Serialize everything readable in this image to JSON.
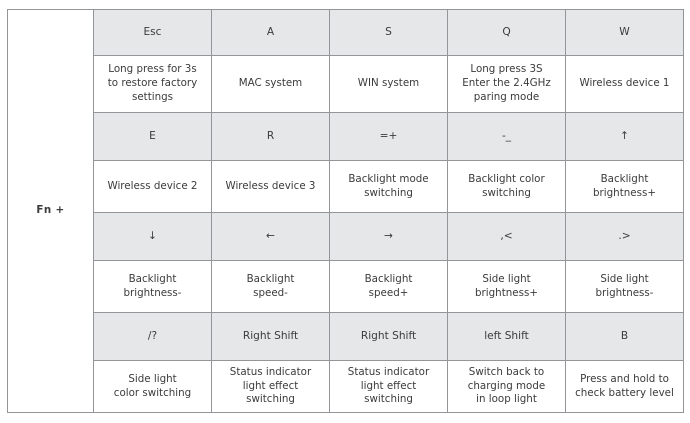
{
  "table": {
    "modifier_label": "Fn +",
    "columns": 5,
    "rows": [
      {
        "type": "keys",
        "cells": [
          "Esc",
          "A",
          "S",
          "Q",
          "W"
        ]
      },
      {
        "type": "descriptions",
        "cells": [
          "Long press for 3s\nto restore factory\nsettings",
          "MAC system",
          "WIN system",
          "Long press 3S\nEnter the 2.4GHz\nparing mode",
          "Wireless device 1"
        ]
      },
      {
        "type": "keys",
        "cells": [
          "E",
          "R",
          "=+",
          "-_",
          "↑"
        ]
      },
      {
        "type": "descriptions",
        "cells": [
          "Wireless device 2",
          "Wireless device 3",
          "Backlight mode\nswitching",
          "Backlight color\nswitching",
          "Backlight\nbrightness+"
        ]
      },
      {
        "type": "keys",
        "cells": [
          "↓",
          "←",
          "→",
          ",<",
          ".>"
        ]
      },
      {
        "type": "descriptions",
        "cells": [
          "Backlight\nbrightness-",
          "Backlight\nspeed-",
          "Backlight\nspeed+",
          "Side light\nbrightness+",
          "Side light\nbrightness-"
        ]
      },
      {
        "type": "keys",
        "cells": [
          "/?",
          "Right Shift",
          "Right Shift",
          "left Shift",
          "B"
        ]
      },
      {
        "type": "descriptions",
        "cells": [
          "Side light\ncolor switching",
          "Status indicator\nlight effect\nswitching",
          "Status indicator\nlight effect\nswitching",
          "Switch back to\ncharging mode\nin loop light",
          "Press and hold to\ncheck battery level"
        ]
      }
    ]
  },
  "colors": {
    "key_row_background": "#e6e7e8",
    "desc_row_background": "#ffffff",
    "border": "#949598",
    "text": "#3b3b3d",
    "label_text": "#231f20"
  }
}
